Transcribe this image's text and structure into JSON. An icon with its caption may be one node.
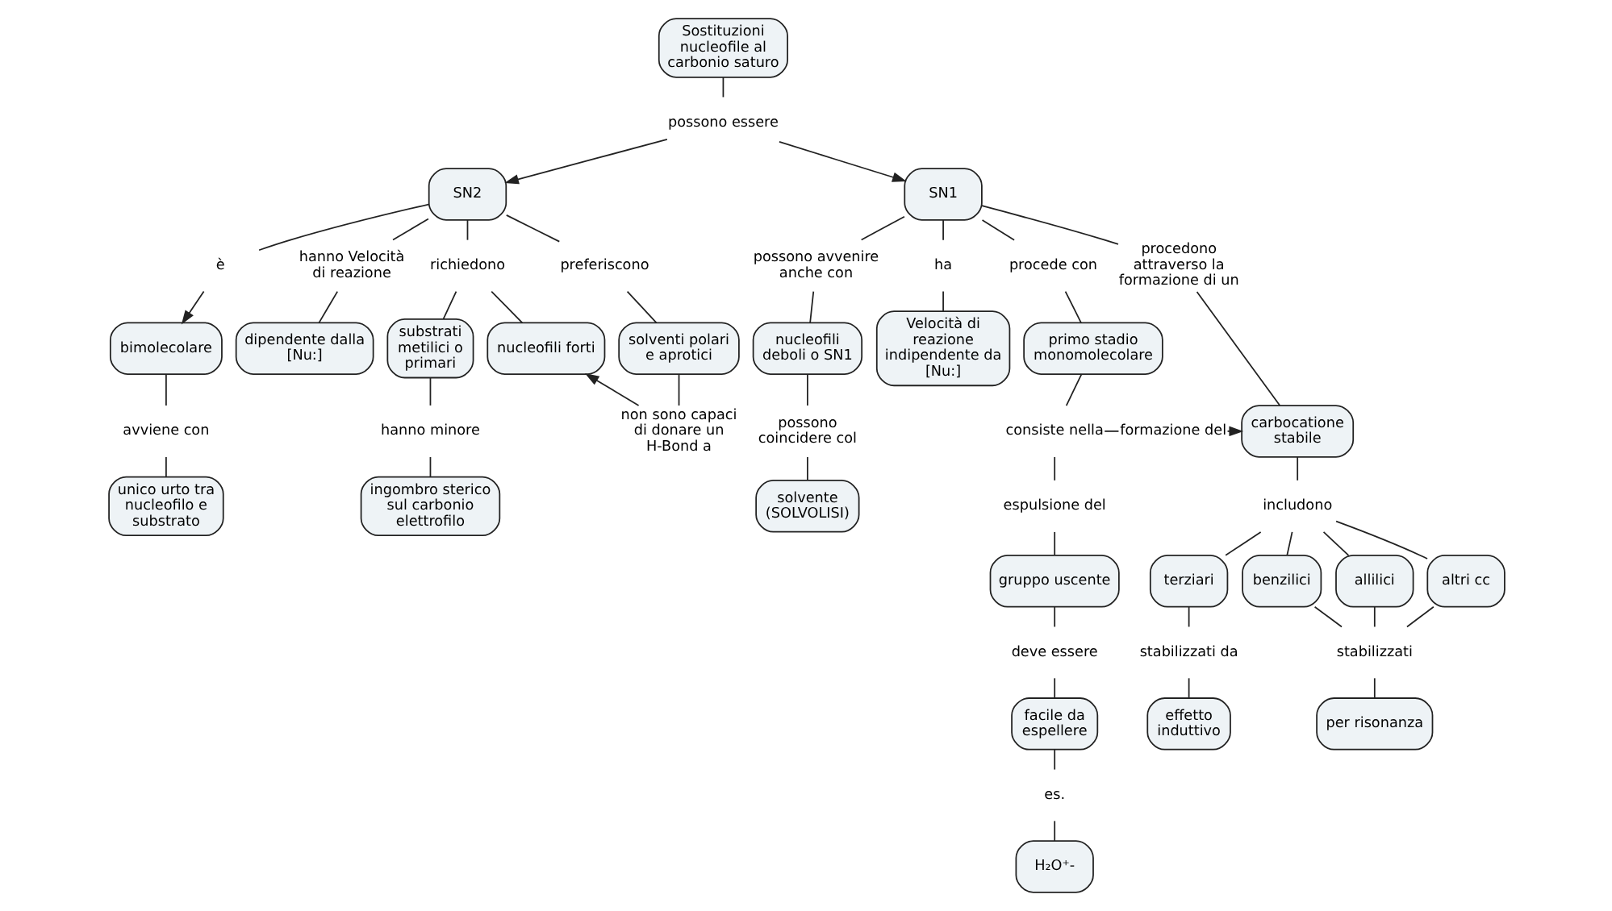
{
  "diagram": {
    "nodes": [
      {
        "text": [
          "Sostituzioni nucleofile al carbonio saturo"
        ]
      },
      {
        "text": [
          "possono essere"
        ]
      },
      {
        "text": [
          "SN2"
        ]
      },
      {
        "text": [
          "SN1"
        ]
      },
      {
        "text": [
          "è"
        ]
      },
      {
        "text": [
          "bimolecolare"
        ]
      },
      {
        "text": [
          "possono avvenire anche con"
        ]
      },
      {
        "text": [
          "ha"
        ]
      },
      {
        "text": [
          "avviene con"
        ]
      },
      {
        "text": [
          "hanno Velocità di reazione"
        ]
      },
      {
        "text": [
          "richiedono"
        ]
      },
      {
        "text": [
          "preferiscono"
        ]
      },
      {
        "text": [
          "procede con"
        ]
      },
      {
        "text": [
          "procedono attraverso la formazione di un"
        ]
      },
      {
        "text": [
          "Velocità di reazione indipendente da [Nu:]"
        ]
      },
      {
        "text": [
          "primo stadio monomolecolare"
        ]
      },
      {
        "text": [
          "unico urto tra nucleofilo e substrato"
        ]
      },
      {
        "text": [
          "dipendente dalla [Nu:]"
        ]
      },
      {
        "text": [
          "substrati metilici o primari"
        ]
      },
      {
        "text": [
          "nucleofili forti"
        ]
      },
      {
        "text": [
          "solventi polari e aprotici"
        ]
      },
      {
        "text": [
          "nucleofili deboli o SN1"
        ]
      },
      {
        "text": [
          "non sono capaci di donare un H-Bond a"
        ]
      },
      {
        "text": [
          "formazione del"
        ]
      },
      {
        "text": [
          "consiste nella"
        ]
      },
      {
        "text": [
          "carbocatione stabile"
        ]
      },
      {
        "text": [
          "hanno minore"
        ]
      },
      {
        "text": [
          "possono coincidere col"
        ]
      },
      {
        "text": [
          "espulsione del"
        ]
      },
      {
        "text": [
          "ingombro sterico sul carbonio elettrofilo"
        ]
      },
      {
        "text": [
          "solvente (SOLVOLISI)"
        ]
      },
      {
        "text": [
          "gruppo uscente"
        ]
      },
      {
        "text": [
          "includono"
        ]
      },
      {
        "text": [
          "terziari"
        ]
      },
      {
        "text": [
          "benzilici"
        ]
      },
      {
        "text": [
          "allilici"
        ]
      },
      {
        "text": [
          "altri cc"
        ]
      },
      {
        "text": [
          "deve essere"
        ]
      },
      {
        "text": [
          "stabilizzati da"
        ]
      },
      {
        "text": [
          "stabilizzati"
        ]
      },
      {
        "text": [
          "facile da espellere"
        ]
      },
      {
        "text": [
          "effetto induttivo"
        ]
      },
      {
        "text": [
          "per risonanza"
        ]
      },
      {
        "text": [
          "es."
        ]
      },
      {
        "text": [
          "H₂O⁺-"
        ]
      }
    ],
    "edges": [
      {
        "from": 0,
        "to": 1,
        "arrow": "none"
      },
      {
        "from": 1,
        "to": 2,
        "arrow": "to"
      },
      {
        "from": 1,
        "to": 3,
        "arrow": "to"
      },
      {
        "from": 2,
        "to": 4,
        "arrow": "none"
      },
      {
        "from": 4,
        "to": 5,
        "arrow": "to"
      },
      {
        "from": 5,
        "to": 8,
        "arrow": "none"
      },
      {
        "from": 8,
        "to": 16,
        "arrow": "none"
      },
      {
        "from": 2,
        "to": 9,
        "arrow": "none"
      },
      {
        "from": 9,
        "to": 17,
        "arrow": "none"
      },
      {
        "from": 2,
        "to": 10,
        "arrow": "none"
      },
      {
        "from": 10,
        "to": 18,
        "arrow": "none"
      },
      {
        "from": 10,
        "to": 19,
        "arrow": "none"
      },
      {
        "from": 2,
        "to": 11,
        "arrow": "none"
      },
      {
        "from": 11,
        "to": 20,
        "arrow": "none"
      },
      {
        "from": 18,
        "to": 26,
        "arrow": "none"
      },
      {
        "from": 26,
        "to": 29,
        "arrow": "none"
      },
      {
        "from": 20,
        "to": 22,
        "arrow": "none"
      },
      {
        "from": 22,
        "to": 19,
        "arrow": "to"
      },
      {
        "from": 3,
        "to": 6,
        "arrow": "none"
      },
      {
        "from": 6,
        "to": 21,
        "arrow": "none"
      },
      {
        "from": 21,
        "to": 27,
        "arrow": "none"
      },
      {
        "from": 27,
        "to": 30,
        "arrow": "none"
      },
      {
        "from": 3,
        "to": 12,
        "arrow": "none"
      },
      {
        "from": 12,
        "to": 15,
        "arrow": "none"
      },
      {
        "from": 3,
        "to": 13,
        "arrow": "none"
      },
      {
        "from": 13,
        "to": 25,
        "arrow": "none"
      },
      {
        "from": 3,
        "to": 7,
        "arrow": "none"
      },
      {
        "from": 7,
        "to": 14,
        "arrow": "none"
      },
      {
        "from": 15,
        "to": 24,
        "arrow": "none"
      },
      {
        "from": 24,
        "to": 23,
        "arrow": "none"
      },
      {
        "from": 23,
        "to": 25,
        "arrow": "to"
      },
      {
        "from": 24,
        "to": 28,
        "arrow": "none"
      },
      {
        "from": 28,
        "to": 31,
        "arrow": "none"
      },
      {
        "from": 31,
        "to": 37,
        "arrow": "none"
      },
      {
        "from": 37,
        "to": 40,
        "arrow": "none"
      },
      {
        "from": 40,
        "to": 43,
        "arrow": "none"
      },
      {
        "from": 43,
        "to": 44,
        "arrow": "none"
      },
      {
        "from": 25,
        "to": 32,
        "arrow": "none"
      },
      {
        "from": 32,
        "to": 33,
        "arrow": "none"
      },
      {
        "from": 32,
        "to": 34,
        "arrow": "none"
      },
      {
        "from": 32,
        "to": 35,
        "arrow": "none"
      },
      {
        "from": 32,
        "to": 36,
        "arrow": "none"
      },
      {
        "from": 33,
        "to": 38,
        "arrow": "none"
      },
      {
        "from": 38,
        "to": 41,
        "arrow": "none"
      },
      {
        "from": 34,
        "to": 39,
        "arrow": "none"
      },
      {
        "from": 35,
        "to": 39,
        "arrow": "none"
      },
      {
        "from": 36,
        "to": 39,
        "arrow": "none"
      },
      {
        "from": 39,
        "to": 42,
        "arrow": "none"
      }
    ]
  }
}
